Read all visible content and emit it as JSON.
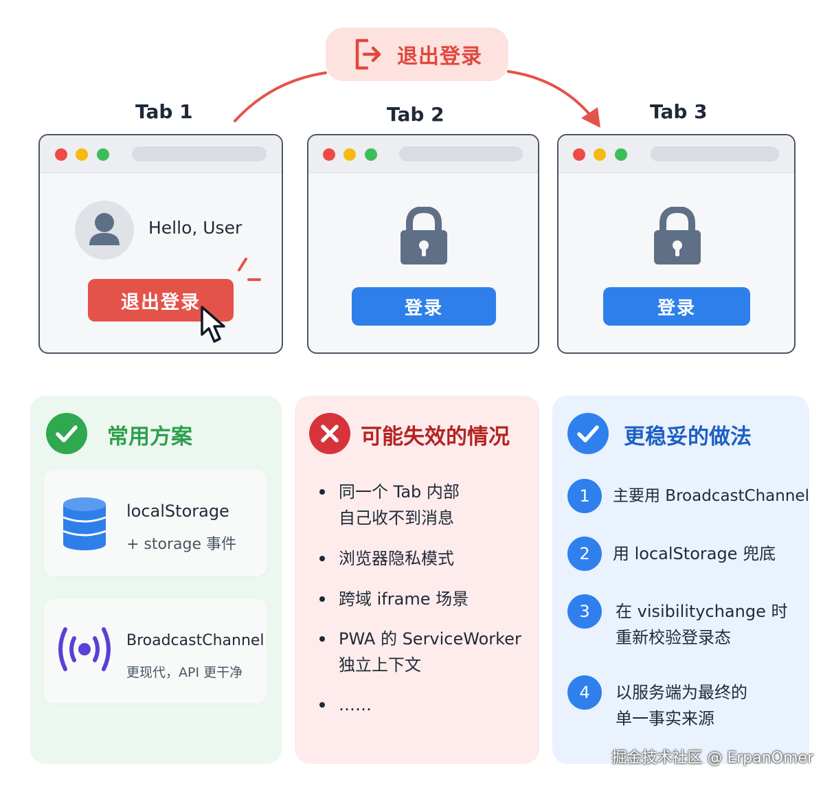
{
  "logout_pill": {
    "label": "退出登录",
    "color": "#e0483d",
    "icon": "logout-icon"
  },
  "tabs": [
    {
      "title": "Tab 1",
      "greeting": "Hello, User",
      "button": "退出登录"
    },
    {
      "title": "Tab 2",
      "button": "登录"
    },
    {
      "title": "Tab 3",
      "button": "登录"
    }
  ],
  "panels": {
    "common": {
      "title": "常用方案",
      "color": "#2e9f4f",
      "cards": [
        {
          "title": "localStorage",
          "subtitle": "+ storage 事件",
          "icon": "database-icon"
        },
        {
          "title": "BroadcastChannel",
          "subtitle": "更现代，API 更干净",
          "icon": "broadcast-icon"
        }
      ]
    },
    "failure": {
      "title": "可能失效的情况",
      "color": "#c62828",
      "items": [
        {
          "line1": "同一个 Tab 内部",
          "line2": "自己收不到消息"
        },
        {
          "line1": "浏览器隐私模式"
        },
        {
          "line1": "跨域 iframe 场景"
        },
        {
          "line1": "PWA 的 ServiceWorker",
          "line2": "独立上下文"
        },
        {
          "line1": "……"
        }
      ]
    },
    "better": {
      "title": "更稳妥的做法",
      "color": "#1d5fc4",
      "steps": [
        {
          "num": "1",
          "line1": "主要用 BroadcastChannel"
        },
        {
          "num": "2",
          "line1": "用 localStorage 兜底"
        },
        {
          "num": "3",
          "line1": "在 visibilitychange 时",
          "line2": "重新校验登录态"
        },
        {
          "num": "4",
          "line1": "以服务端为最终的",
          "line2": "单一事实来源"
        }
      ]
    }
  },
  "watermark": "掘金技术社区 @ ErpanOmer"
}
